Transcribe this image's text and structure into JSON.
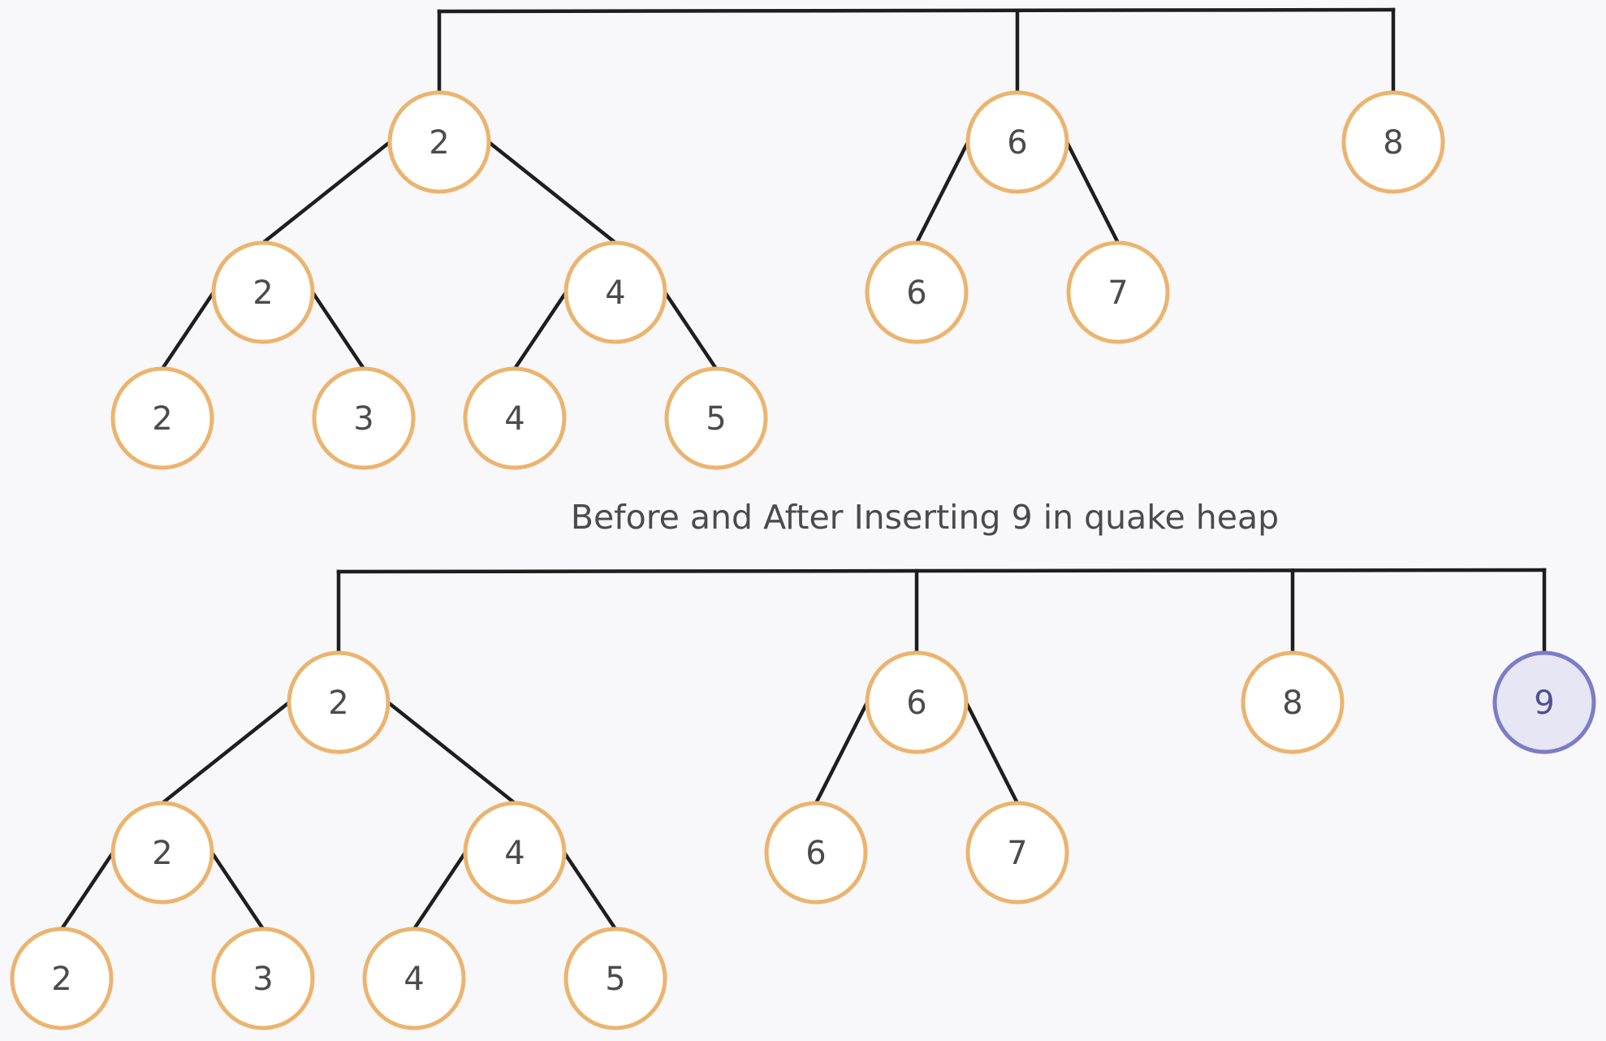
{
  "caption": "Before and After Inserting 9 in quake heap",
  "colors": {
    "background": "#f8f7fa",
    "edge": "#1e1e1e",
    "node_stroke": "#ebb46e",
    "node_fill": "#ffffff",
    "node_text": "#4b4b4b",
    "new_node_stroke": "#7c7cc6",
    "new_node_fill": "#e6e6f4",
    "new_node_text": "#4f4f90"
  },
  "diagrams": [
    {
      "label": "before",
      "roots": [
        {
          "value": "2",
          "children": [
            {
              "value": "2",
              "children": [
                {
                  "value": "2"
                },
                {
                  "value": "3"
                }
              ]
            },
            {
              "value": "4",
              "children": [
                {
                  "value": "4"
                },
                {
                  "value": "5"
                }
              ]
            }
          ]
        },
        {
          "value": "6",
          "children": [
            {
              "value": "6"
            },
            {
              "value": "7"
            }
          ]
        },
        {
          "value": "8"
        }
      ]
    },
    {
      "label": "after",
      "roots": [
        {
          "value": "2",
          "children": [
            {
              "value": "2",
              "children": [
                {
                  "value": "2"
                },
                {
                  "value": "3"
                }
              ]
            },
            {
              "value": "4",
              "children": [
                {
                  "value": "4"
                },
                {
                  "value": "5"
                }
              ]
            }
          ]
        },
        {
          "value": "6",
          "children": [
            {
              "value": "6"
            },
            {
              "value": "7"
            }
          ]
        },
        {
          "value": "8"
        },
        {
          "value": "9",
          "highlight": true
        }
      ]
    }
  ]
}
